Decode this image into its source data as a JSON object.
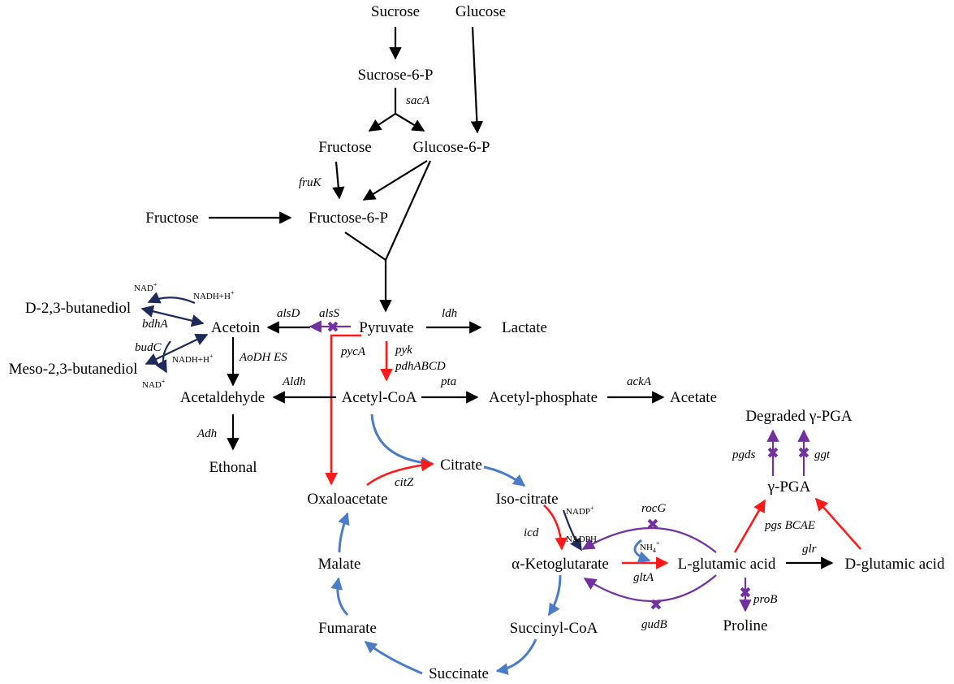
{
  "metabolites": {
    "sucrose": "Sucrose",
    "glucose": "Glucose",
    "sucrose6p": "Sucrose-6-P",
    "fructose_top": "Fructose",
    "glucose6p": "Glucose-6-P",
    "fructose_left": "Fructose",
    "fructose6p": "Fructose-6-P",
    "pyruvate": "Pyruvate",
    "lactate": "Lactate",
    "d23bd": "D-2,3-butanediol",
    "acetoin": "Acetoin",
    "meso23bd": "Meso-2,3-butanediol",
    "acetaldehyde": "Acetaldehyde",
    "acetylcoa": "Acetyl-CoA",
    "acetylphosphate": "Acetyl-phosphate",
    "acetate": "Acetate",
    "ethonal": "Ethonal",
    "citrate": "Citrate",
    "oxaloacetate": "Oxaloacetate",
    "isocitrate": "Iso-citrate",
    "akg": "α-Ketoglutarate",
    "lglu": "L-glutamic acid",
    "dglu": "D-glutamic acid",
    "pga": "γ-PGA",
    "degraded_pga": "Degraded γ-PGA",
    "malate": "Malate",
    "fumarate": "Fumarate",
    "succinylcoa": "Succinyl-CoA",
    "succinate": "Succinate",
    "proline": "Proline"
  },
  "enzymes": {
    "sacA": "sacA",
    "fruK": "fruK",
    "alsD": "alsD",
    "alsS": "alsS",
    "ldh": "ldh",
    "bdhA": "bdhA",
    "budC": "budC",
    "aodh": "AoDH ES",
    "pycA": "pycA",
    "pyk": "pyk",
    "pdh": "pdhABCD",
    "aldh": "Aldh",
    "pta": "pta",
    "ackA": "ackA",
    "adh": "Adh",
    "citZ": "citZ",
    "icd": "icd",
    "rocG": "rocG",
    "gltA": "gltA",
    "gudB": "gudB",
    "glr": "glr",
    "pgs": "pgs BCAE",
    "pgds": "pgds",
    "ggt": "ggt",
    "proB": "proB"
  },
  "cofactors": {
    "nad": "NAD",
    "plus": "+",
    "nadh": "NADH+H",
    "nadp": "NADP",
    "nadph": "NADPH",
    "nh4": "NH",
    "nh4_sub": "4"
  },
  "colors": {
    "black": "#000000",
    "red": "#ff1a1a",
    "blue": "#4a7cc7",
    "navy": "#1f2a5a",
    "purple": "#7030a0"
  },
  "legend_marks": {
    "knockout_symbol": "✖"
  }
}
